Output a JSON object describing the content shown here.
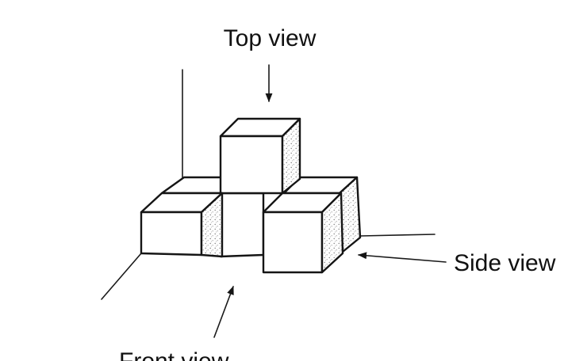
{
  "labels": {
    "top": "Top view",
    "side": "Side view",
    "front": "Front view"
  },
  "colors": {
    "ink": "#151515",
    "background": "#ffffff",
    "shading": "#7a7a7a"
  }
}
